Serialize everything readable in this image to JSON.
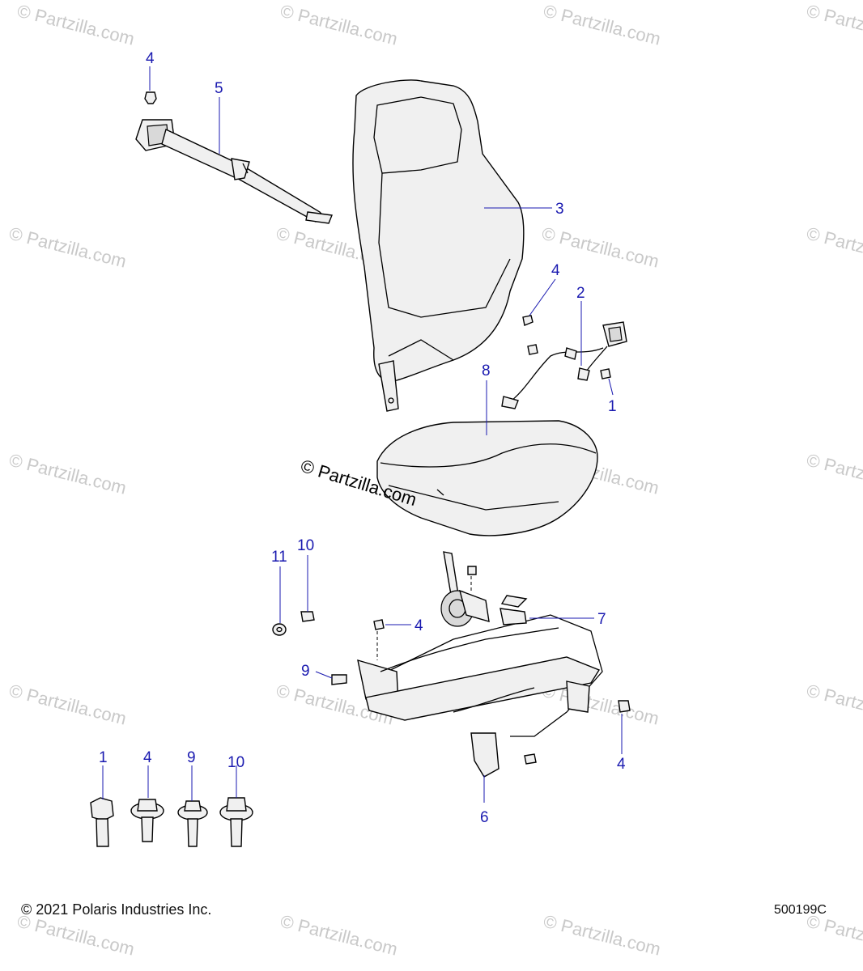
{
  "watermark": {
    "text": "© Partzilla.com",
    "main_text": "© Partzilla.com"
  },
  "callouts": {
    "c1a": "1",
    "c2": "2",
    "c3": "3",
    "c4a": "4",
    "c4b": "4",
    "c4c": "4",
    "c4d": "4",
    "c5": "5",
    "c6": "6",
    "c7": "7",
    "c8": "8",
    "c9": "9",
    "c10": "10",
    "c11": "11",
    "legend1": "1",
    "legend4": "4",
    "legend9": "9",
    "legend10": "10"
  },
  "footer": {
    "copyright": "© 2021 Polaris Industries Inc.",
    "code": "500199C"
  }
}
